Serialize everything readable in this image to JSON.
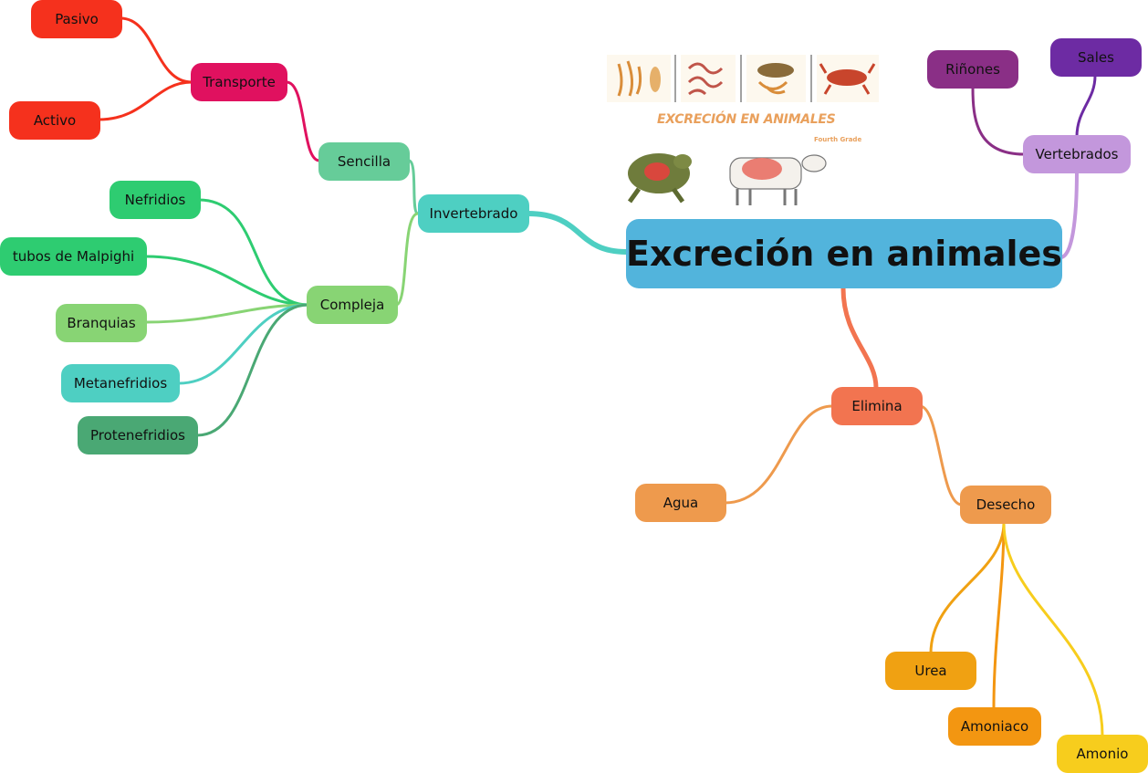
{
  "diagram": {
    "root": {
      "label": "Excreción en animales",
      "color": "#52b4dc"
    },
    "illustration": {
      "caption": "EXCRECIÓN EN ANIMALES",
      "subcaption": "Fourth Grade"
    },
    "branches": {
      "invertebrado": {
        "label": "Invertebrado",
        "color": "#4ecfc2"
      },
      "sencilla": {
        "label": "Sencilla",
        "color": "#66cc99"
      },
      "transporte": {
        "label": "Transporte",
        "color": "#e0115f"
      },
      "pasivo": {
        "label": "Pasivo",
        "color": "#f5311d"
      },
      "activo": {
        "label": "Activo",
        "color": "#f5311d"
      },
      "compleja": {
        "label": "Compleja",
        "color": "#88d474"
      },
      "nefridios": {
        "label": "Nefridios",
        "color": "#2ecc71"
      },
      "malpighi": {
        "label": "tubos de Malpighi",
        "color": "#2ecc71"
      },
      "branquias": {
        "label": "Branquias",
        "color": "#88d474"
      },
      "metanefridios": {
        "label": "Metanefridios",
        "color": "#4ecfc2"
      },
      "protonefridios": {
        "label": "Protenefridios",
        "color": "#4aa874"
      },
      "vertebrados": {
        "label": "Vertebrados",
        "color": "#c397dc"
      },
      "rinones": {
        "label": "Riñones",
        "color": "#8a2f86"
      },
      "sales": {
        "label": "Sales",
        "color": "#6d2ba3"
      },
      "elimina": {
        "label": "Elimina",
        "color": "#f27450"
      },
      "agua": {
        "label": "Agua",
        "color": "#ee9a4d"
      },
      "desecho": {
        "label": "Desecho",
        "color": "#ee9a4d"
      },
      "urea": {
        "label": "Urea",
        "color": "#f0a112"
      },
      "amoniaco": {
        "label": "Amoniaco",
        "color": "#f39611"
      },
      "amonio": {
        "label": "Amonio",
        "color": "#f7cd1d"
      }
    }
  }
}
